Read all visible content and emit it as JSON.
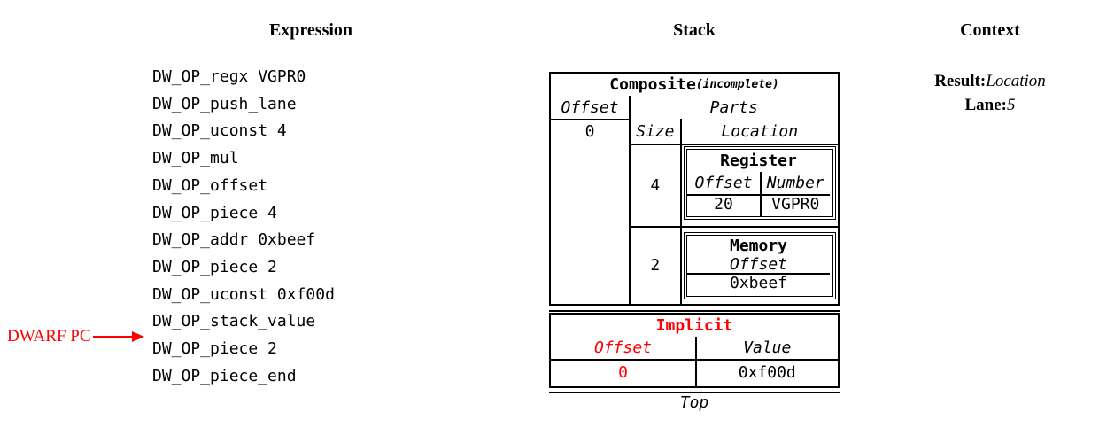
{
  "headers": {
    "expression": "Expression",
    "stack": "Stack",
    "context": "Context"
  },
  "expression": {
    "items": [
      "DW_OP_regx VGPR0",
      "DW_OP_push_lane",
      "DW_OP_uconst 4",
      "DW_OP_mul",
      "DW_OP_offset",
      "DW_OP_piece 4",
      "DW_OP_addr 0xbeef",
      "DW_OP_piece 2",
      "DW_OP_uconst 0xf00d",
      "DW_OP_stack_value",
      "DW_OP_piece 2",
      "DW_OP_piece_end"
    ],
    "pointer_label": "DWARF PC",
    "pointer_target_index": 10
  },
  "stack": {
    "entries": [
      {
        "type": "composite",
        "title": "Composite",
        "subtitle": "(incomplete)",
        "offset_header": "Offset",
        "offset_value": "0",
        "parts_header": "Parts",
        "size_header": "Size",
        "location_header": "Location",
        "parts": [
          {
            "size": "4",
            "location": {
              "type": "register",
              "title": "Register",
              "columns": [
                "Offset",
                "Number"
              ],
              "values": [
                "20",
                "VGPR0"
              ]
            }
          },
          {
            "size": "2",
            "location": {
              "type": "memory",
              "title": "Memory",
              "columns": [
                "Offset"
              ],
              "values": [
                "0xbeef"
              ]
            }
          }
        ]
      },
      {
        "type": "implicit",
        "title": "Implicit",
        "columns": [
          "Offset",
          "Value"
        ],
        "values": [
          "0",
          "0xf00d"
        ]
      }
    ],
    "top_label": "Top"
  },
  "context": {
    "result_label": "Result:",
    "result_value": "Location",
    "lane_label": "Lane:",
    "lane_value": "5"
  },
  "colors": {
    "highlight": "#ff0000",
    "ink": "#000000",
    "background": "#ffffff"
  }
}
